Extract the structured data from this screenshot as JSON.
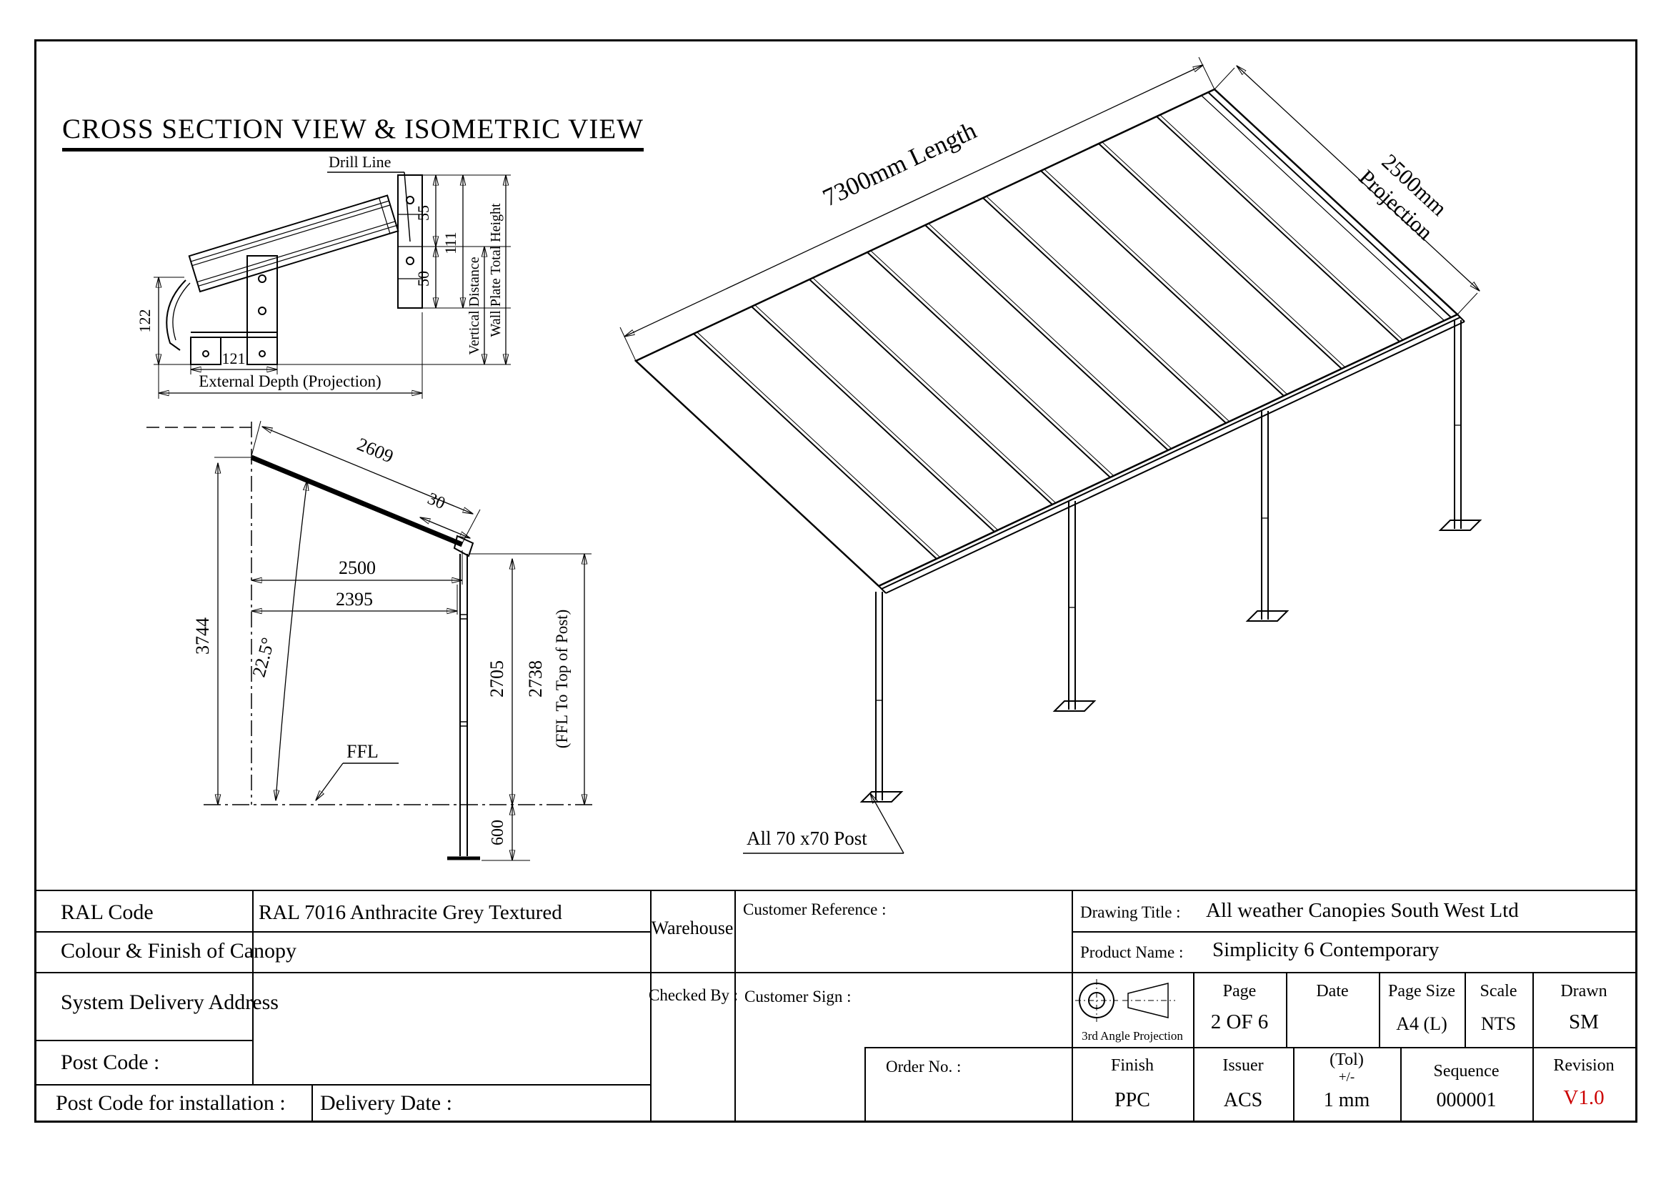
{
  "sheet": {
    "title": "CROSS SECTION VIEW & ISOMETRIC VIEW"
  },
  "cross_section": {
    "drill_line": "Drill Line",
    "dim_top": "55",
    "dim_total": "111",
    "dim_bottom": "50",
    "vertical_distance": "Vertical Distance",
    "wall_plate_height": "Wall Plate Total Height",
    "dim_gutter_height": "122",
    "dim_gutter_width": "121",
    "external_depth": "External Depth (Projection)"
  },
  "side_view": {
    "dim_rafter": "2609",
    "dim_overhang": "30",
    "dim_projection": "2500",
    "dim_post_offset": "2395",
    "dim_wall_height": "3744",
    "roof_angle": "22.5°",
    "ffl": "FFL",
    "dim_post_clear": "2705",
    "dim_post_top": "2738",
    "post_top_note": "(FFL To Top of Post)",
    "dim_below_ffl": "600"
  },
  "isometric": {
    "length_label": "7300mm Length",
    "projection_value": "2500mm",
    "projection_word": "Projection",
    "post_note": "All 70 x70 Post"
  },
  "title_block": {
    "ral_code_label": "RAL Code",
    "ral_code_value": "RAL 7016 Anthracite Grey Textured",
    "colour_finish_label": "Colour & Finish of Canopy",
    "system_delivery_label": "System Delivery Address",
    "post_code_label": "Post Code :",
    "post_code_installation_label": "Post Code for installation :",
    "delivery_date_label": "Delivery Date :",
    "warehouse_label": "Warehouse",
    "checked_by_label": "Checked By :",
    "customer_reference_label": "Customer Reference :",
    "customer_sign_label": "Customer Sign :",
    "order_no_label": "Order No. :",
    "drawing_title_label": "Drawing Title :",
    "drawing_title_value": "All weather Canopies South West Ltd",
    "product_name_label": "Product Name :",
    "product_name_value": "Simplicity 6 Contemporary",
    "third_angle_label": "3rd Angle Projection",
    "page_label": "Page",
    "page_value": "2 OF 6",
    "date_label": "Date",
    "date_value": "",
    "page_size_label": "Page Size",
    "page_size_value": "A4 (L)",
    "scale_label": "Scale",
    "scale_value": "NTS",
    "drawn_label": "Drawn",
    "drawn_value": "SM",
    "finish_label": "Finish",
    "finish_value": "PPC",
    "issuer_label": "Issuer",
    "issuer_value": "ACS",
    "tol_label": "(Tol)",
    "tol_sign": "+/-",
    "tol_value": "1 mm",
    "sequence_label": "Sequence",
    "sequence_value": "000001",
    "revision_label": "Revision",
    "revision_value": "V1.0",
    "revision_color": "#cc0000"
  }
}
